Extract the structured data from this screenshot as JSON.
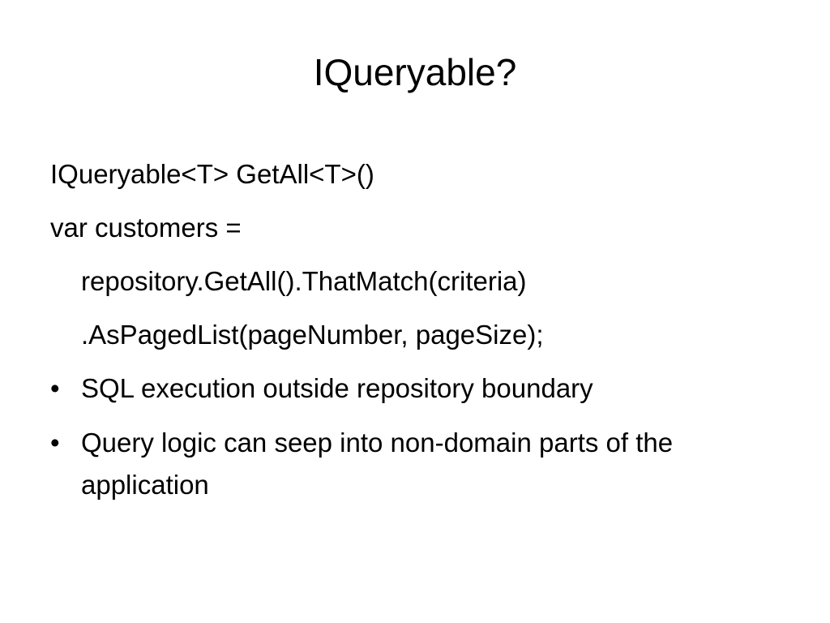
{
  "slide": {
    "title": "IQueryable?",
    "lines": [
      "IQueryable<T> GetAll<T>()",
      "var customers =",
      "repository.GetAll().ThatMatch(criteria)",
      ".AsPagedList(pageNumber, pageSize);"
    ],
    "bullet_glyph": "•",
    "bullets": [
      "SQL execution outside repository boundary",
      "Query logic can seep into non-domain parts of the application"
    ]
  }
}
